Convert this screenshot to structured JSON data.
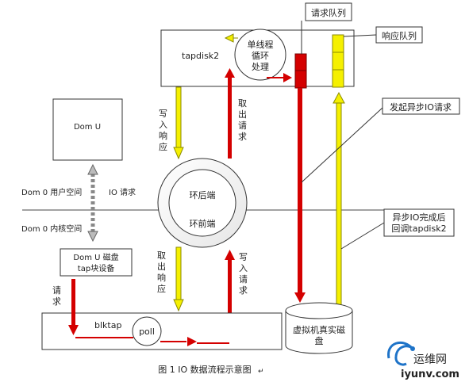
{
  "diagram": {
    "top_box": {
      "name": "tapdisk2",
      "loop": [
        "单线程",
        "循环",
        "处理"
      ]
    },
    "request_queue": "请求队列",
    "response_queue": "响应队列",
    "write_response": [
      "写",
      "入",
      "响",
      "应"
    ],
    "fetch_request": [
      "取",
      "出",
      "请",
      "求"
    ],
    "dom_u": "Dom U",
    "dom0_user": "Dom 0 用户空间",
    "io_request": "IO 请求",
    "dom0_kernel": "Dom 0 内核空间",
    "ring_back": "环后端",
    "ring_front": "环前端",
    "async_issue": "发起异步IO请求",
    "async_done": [
      "异步IO完成后",
      "回调tapdisk2"
    ],
    "fetch_response": [
      "取",
      "出",
      "响",
      "应"
    ],
    "write_request": [
      "写",
      "入",
      "请",
      "求"
    ],
    "domu_disk": [
      "Dom U 磁盘",
      "tap块设备"
    ],
    "request_left": [
      "请",
      "求"
    ],
    "blktap": "blktap",
    "poll": "poll",
    "real_disk": [
      "虚拟机真实磁",
      "盘"
    ],
    "caption": "图 1 IO 数据流程示意图",
    "watermark": {
      "cn": "运维网",
      "en": "iyunv.com"
    }
  },
  "colors": {
    "red": "#d40000",
    "yellow": "#f5f000",
    "yellow_edge": "#8a8a00"
  }
}
